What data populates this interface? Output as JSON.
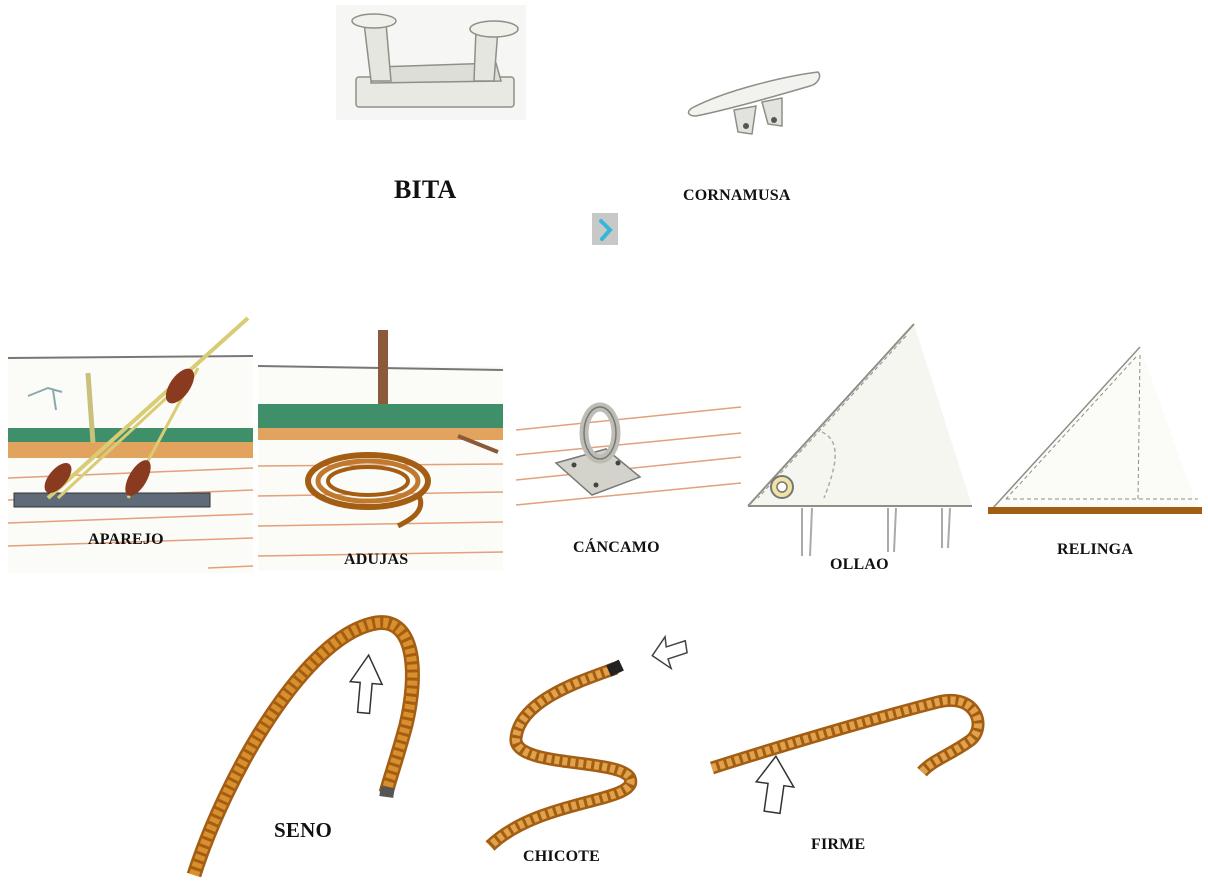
{
  "labels": {
    "bita": "BITA",
    "cornamusa": "CORNAMUSA",
    "aparejo": "APAREJO",
    "adujas": "ADUJAS",
    "cancamo": "CÁNCAMO",
    "ollao": "OLLAO",
    "relinga": "RELINGA",
    "seno": "SENO",
    "chicote": "CHICOTE",
    "firme": "FIRME"
  },
  "colors": {
    "rope": "#d9902c",
    "rope_dark": "#a35e14",
    "deck_line": "#e3a07a",
    "rail_green": "#3f8f6a",
    "wood_brown": "#8a4a22",
    "metal_gray": "#c9c9c4",
    "nav_icon": "#35b8d8"
  },
  "icons": {
    "nav": "arrow-chevron-icon"
  }
}
